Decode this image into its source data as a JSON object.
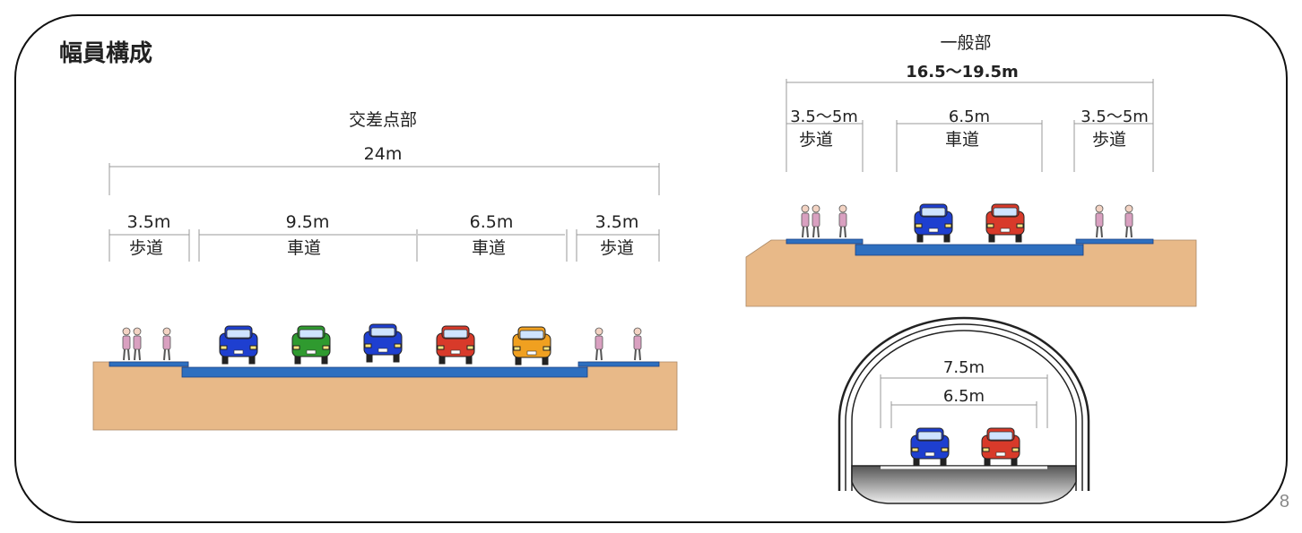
{
  "title": "幅員構成",
  "page_number": "8",
  "intersection": {
    "title": "交差点部",
    "total_width": "24m",
    "segments": [
      {
        "width": "3.5m",
        "label": "歩道"
      },
      {
        "width": "9.5m",
        "label": "車道"
      },
      {
        "width": "6.5m",
        "label": "車道"
      },
      {
        "width": "3.5m",
        "label": "歩道"
      }
    ]
  },
  "general": {
    "title": "一般部",
    "total_width": "16.5～19.5m",
    "segments": [
      {
        "width": "3.5～5m",
        "label": "歩道"
      },
      {
        "width": "6.5m",
        "label": "車道"
      },
      {
        "width": "3.5～5m",
        "label": "歩道"
      }
    ]
  },
  "tunnel": {
    "outer_width": "7.5m",
    "inner_width": "6.5m"
  },
  "colors": {
    "ground": "#e8b988",
    "pavement": "#2e6fbf",
    "car_blue": "#1e3fd0",
    "car_green": "#2f9a2f",
    "car_red": "#d83a2a",
    "car_orange": "#f0a020"
  }
}
